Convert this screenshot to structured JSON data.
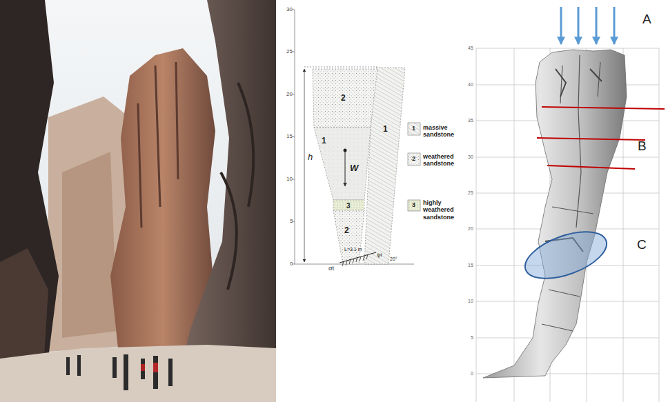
{
  "diagram": {
    "labels": [
      "30",
      "25",
      "20",
      "15",
      "10",
      "5",
      "0",
      "2",
      "1",
      "1",
      "3",
      "2",
      "h",
      "W",
      "L=3.1 m",
      "ψi",
      "20°",
      "σt",
      "1",
      "2",
      "3",
      "45",
      "40",
      "35",
      "30",
      "25",
      "20",
      "15",
      "10",
      "5",
      "0",
      "A",
      "B",
      "C"
    ],
    "legend": [
      {
        "text": "massive sandstone"
      },
      {
        "text": "weathered sandstone"
      },
      {
        "text": "highly weathered sandstone"
      }
    ]
  }
}
